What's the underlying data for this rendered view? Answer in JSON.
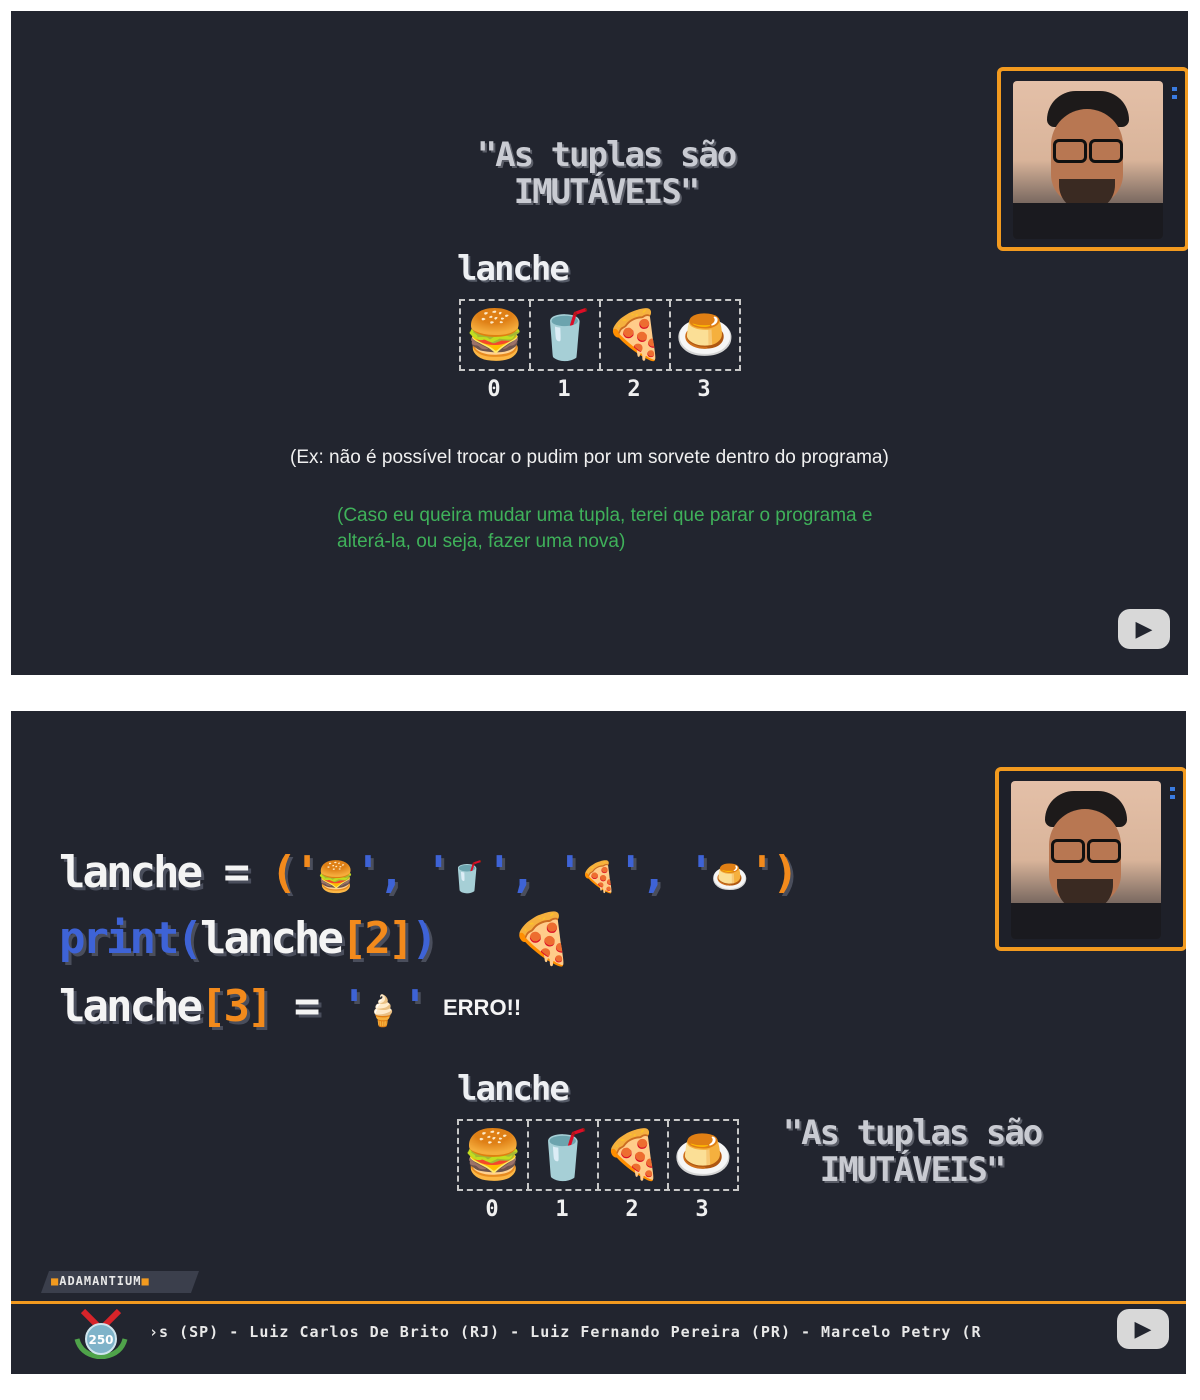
{
  "slide1": {
    "quote_line1": "\"As tuplas são",
    "quote_line2": "IMUTÁVEIS\"",
    "tuple_title": "lanche",
    "items": [
      "🍔",
      "🥤",
      "🍕",
      "🍮"
    ],
    "indices": [
      "0",
      "1",
      "2",
      "3"
    ],
    "caption_example": "(Ex: não é possível trocar o pudim por um sorvete dentro do programa)",
    "caption_note_line1": "(Caso eu queira mudar uma tupla, terei que parar o programa e",
    "caption_note_line2": "alterá-la, ou seja, fazer uma nova)"
  },
  "slide2": {
    "code_line1": {
      "name": "lanche",
      "eq": " = ",
      "open": "('",
      "items": [
        "🍔",
        "🥤",
        "🍕",
        "🍮"
      ],
      "sep": "', '",
      "close": "')"
    },
    "code_line2": {
      "print": "print(",
      "name": "lanche",
      "index": "[2]",
      "close": ")",
      "result": "🍕"
    },
    "code_line3": {
      "name": "lanche",
      "index": "[3]",
      "eq": " = ",
      "value_open": "'",
      "value": "🍦",
      "value_close": "'",
      "error": "ERRO!!"
    },
    "tuple_title": "lanche",
    "items": [
      "🍔",
      "🥤",
      "🍕",
      "🍮"
    ],
    "indices": [
      "0",
      "1",
      "2",
      "3"
    ],
    "quote_line1": "\"As tuplas são",
    "quote_line2": "IMUTÁVEIS\"",
    "badge_label": "ADAMANTIUM",
    "medal_number": "250",
    "ticker_text": "›s (SP) - Luiz Carlos De Brito (RJ) - Luiz Fernando Pereira (PR) - Marcelo Petry (R"
  },
  "colors": {
    "accent_orange": "#f29a1f",
    "code_blue": "#3e63d6",
    "note_green": "#3fb15a",
    "background": "#22252f"
  },
  "icons": {
    "play": "youtube-play-icon"
  }
}
